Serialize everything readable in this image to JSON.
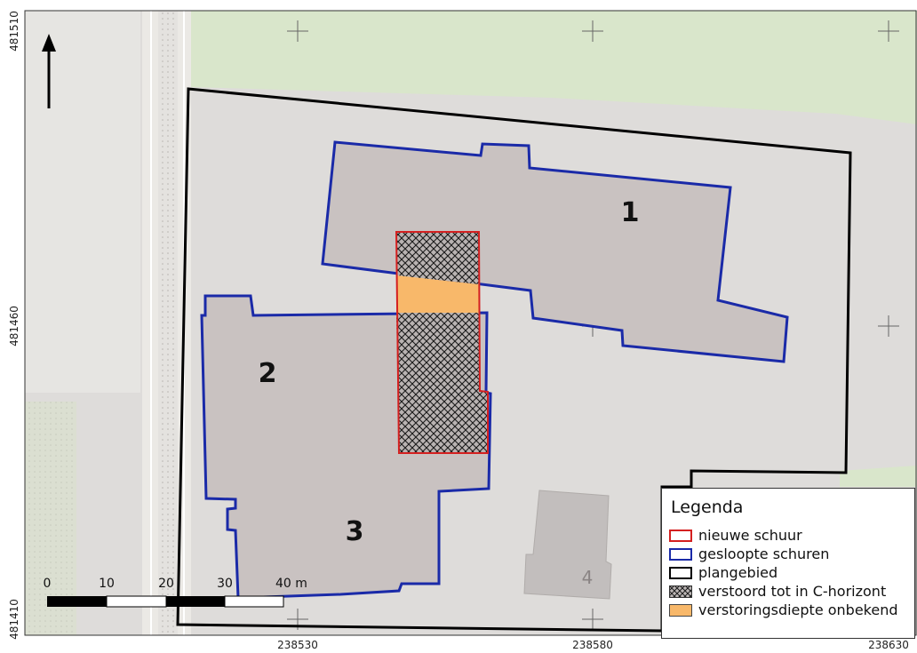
{
  "map": {
    "north_arrow": "north-arrow",
    "y_coords": [
      "481510",
      "481460",
      "481410"
    ],
    "x_coords": [
      "238530",
      "238580",
      "238630"
    ],
    "buildings": [
      {
        "label": "1"
      },
      {
        "label": "2"
      },
      {
        "label": "3"
      },
      {
        "label": "4"
      }
    ],
    "scalebar": {
      "ticks": [
        "0",
        "10",
        "20",
        "30",
        "40 m"
      ]
    }
  },
  "legend": {
    "title": "Legenda",
    "items": [
      {
        "label": "nieuwe schuur",
        "fill": "#ffffff",
        "stroke": "#d42020",
        "pattern": "none"
      },
      {
        "label": "gesloopte schuren",
        "fill": "#ffffff",
        "stroke": "#1a2aa8",
        "pattern": "none"
      },
      {
        "label": "plangebied",
        "fill": "#ffffff",
        "stroke": "#000000",
        "pattern": "none"
      },
      {
        "label": "verstoord tot in C-horizont",
        "fill": "#ffffff",
        "stroke": "#333333",
        "pattern": "crosshatch"
      },
      {
        "label": "verstoringsdiepte onbekend",
        "fill": "#f8b86a",
        "stroke": "#444444",
        "pattern": "none"
      }
    ]
  },
  "colors": {
    "field_green": "#dbe8cf",
    "terrain_gray": "#dedcda",
    "building_fill": "#c9c2c1",
    "new_barn": "#d42020",
    "demolished": "#1a2aa8",
    "plan_area": "#000000",
    "unknown_depth": "#f8b86a"
  }
}
